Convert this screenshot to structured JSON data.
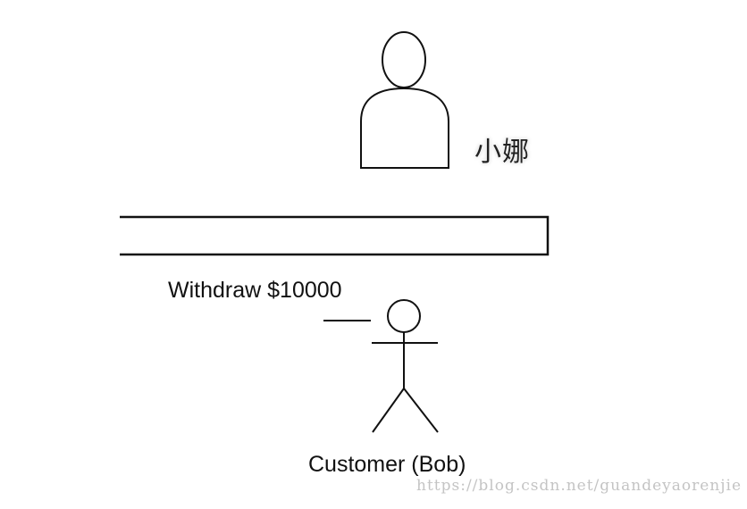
{
  "teller": {
    "name": "小娜",
    "icon": "person-silhouette-icon"
  },
  "counter": {
    "icon": "counter-desk"
  },
  "request": {
    "text": "Withdraw $10000"
  },
  "customer": {
    "label": "Customer (Bob)",
    "icon": "stick-figure-icon"
  },
  "watermark": {
    "text": "https://blog.csdn.net/guandeyaorenjie"
  },
  "colors": {
    "stroke": "#111111",
    "background": "#ffffff",
    "watermark": "#c4c4c4"
  }
}
